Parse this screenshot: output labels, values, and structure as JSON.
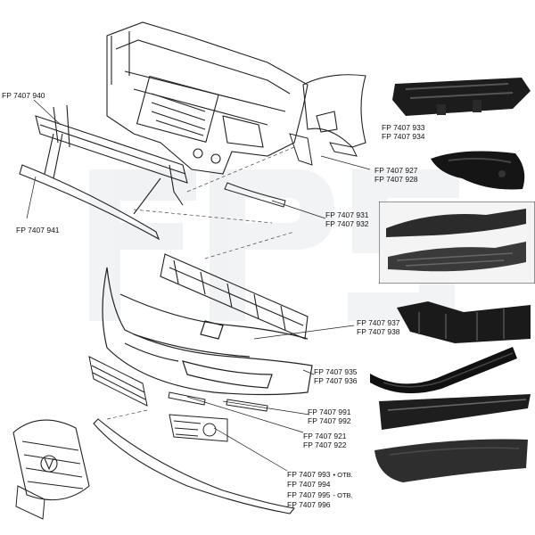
{
  "labels": [
    {
      "lines": [
        "FP 7407 940"
      ]
    },
    {
      "lines": [
        "FP 7407 941"
      ]
    },
    {
      "lines": [
        "FP 7407 933",
        "FP 7407 934"
      ]
    },
    {
      "lines": [
        "FP 7407 927",
        "FP 7407 928"
      ]
    },
    {
      "lines": [
        "FP 7407 931",
        "FP 7407 932"
      ]
    },
    {
      "lines": [
        "FP 7407 937",
        "FP 7407 938"
      ]
    },
    {
      "lines": [
        "FP 7407 935",
        "FP 7407 936"
      ]
    },
    {
      "lines": [
        "FP 7407 991",
        "FP 7407 992"
      ]
    },
    {
      "lines": [
        "FP 7407 921",
        "FP 7407 922"
      ]
    },
    {
      "lines": [
        "FP 7407 993",
        "FP 7407 994"
      ],
      "note": "• OTB."
    },
    {
      "lines": [
        "FP 7407 995",
        "FP 7407 996"
      ],
      "note": "- OTB."
    }
  ]
}
